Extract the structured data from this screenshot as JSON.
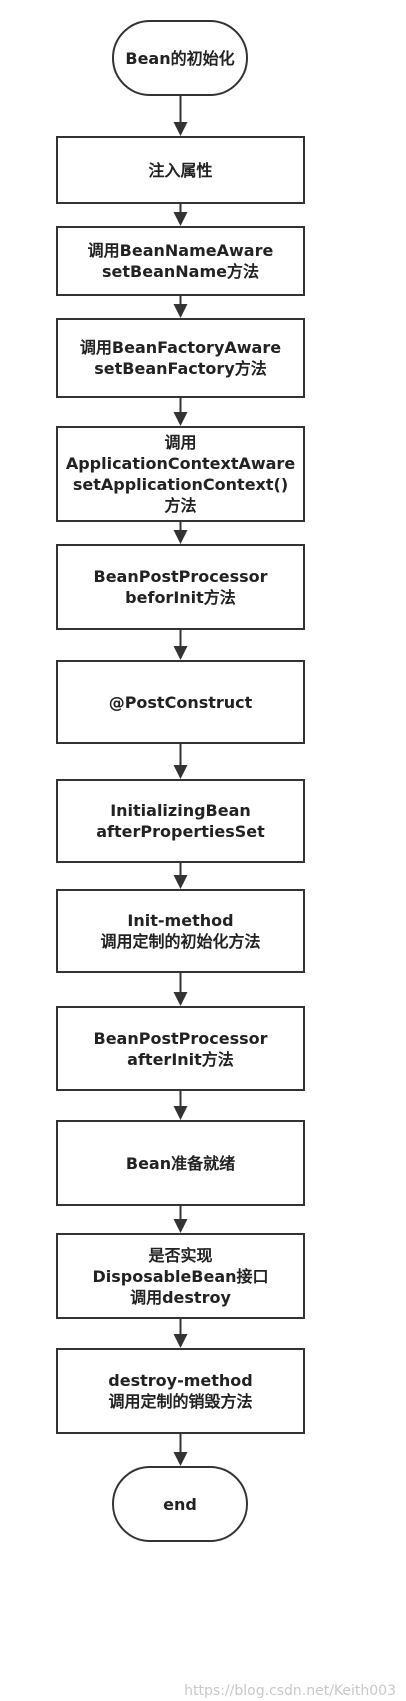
{
  "nodes": [
    {
      "label": "Bean的初始化",
      "shape": "terminal"
    },
    {
      "label": "注入属性",
      "shape": "process"
    },
    {
      "label": "调用BeanNameAware\nsetBeanName方法",
      "shape": "process"
    },
    {
      "label": "调用BeanFactoryAware\nsetBeanFactory方法",
      "shape": "process"
    },
    {
      "label": "调用\nApplicationContextAware\nsetApplicationContext()\n方法",
      "shape": "process"
    },
    {
      "label": "BeanPostProcessor\nbeforInit方法",
      "shape": "process"
    },
    {
      "label": "@PostConstruct",
      "shape": "process"
    },
    {
      "label": "InitializingBean\nafterPropertiesSet",
      "shape": "process"
    },
    {
      "label": "Init-method\n调用定制的初始化方法",
      "shape": "process"
    },
    {
      "label": "BeanPostProcessor\nafterInit方法",
      "shape": "process"
    },
    {
      "label": "Bean准备就绪",
      "shape": "process"
    },
    {
      "label": "是否实现\nDisposableBean接口\n调用destroy",
      "shape": "process"
    },
    {
      "label": "destroy-method\n调用定制的销毁方法",
      "shape": "process"
    },
    {
      "label": "end",
      "shape": "terminal"
    }
  ],
  "watermark": "https://blog.csdn.net/Keith003",
  "colors": {
    "stroke": "#333333",
    "text": "#222222",
    "watermark": "#c8c8c8"
  }
}
